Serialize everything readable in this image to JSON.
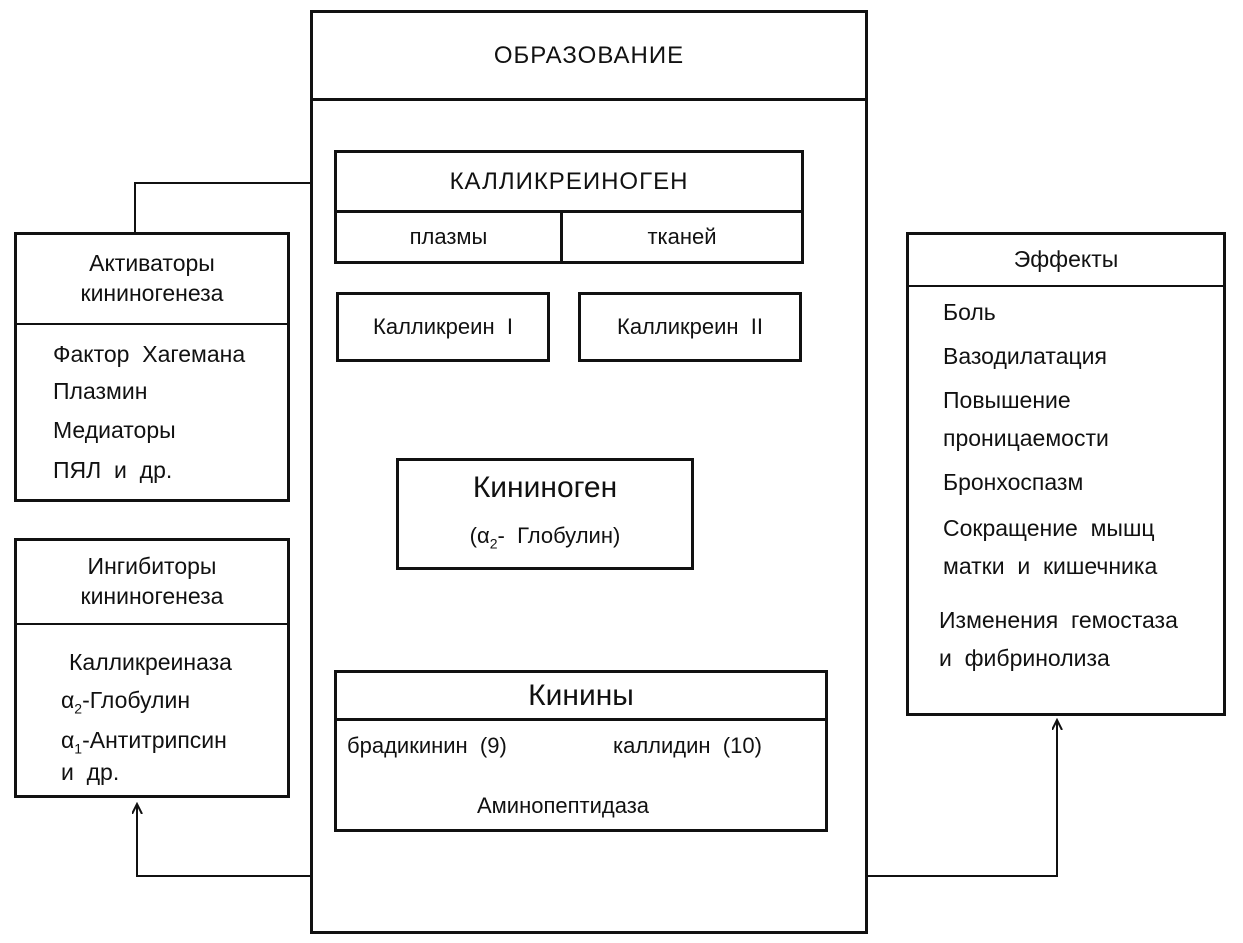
{
  "formation": {
    "title": "ОБРАЗОВАНИЕ",
    "kallikreinogen": {
      "title": "КАЛЛИКРЕИНОГЕН",
      "plasma": "плазмы",
      "tissue": "тканей"
    },
    "kallikrein1": "Калликреин  I",
    "kallikrein2": "Калликреин  II",
    "kininogen": {
      "title": "Кининоген",
      "sub_pre": "(α",
      "sub_index": "2",
      "sub_post": "-  Глобулин)"
    },
    "kinins": {
      "title": "Кинины",
      "bradykinin": "брадикинин  (9)",
      "kallidin": "каллидин  (10)",
      "aminopeptidase": "Аминопептидаза"
    }
  },
  "activators": {
    "title_line1": "Активаторы",
    "title_line2": "кининогенеза",
    "items": [
      "Фактор  Хагемана",
      "Плазмин",
      "Медиаторы",
      "ПЯЛ  и  др."
    ]
  },
  "inhibitors": {
    "title_line1": "Ингибиторы",
    "title_line2": "кининогенеза",
    "item1": "Калликреиназа",
    "item2_pre": "α",
    "item2_index": "2",
    "item2_post": "-Глобулин",
    "item3_pre": "α",
    "item3_index": "1",
    "item3_post": "-Антитрипсин",
    "item4": "и  др."
  },
  "effects": {
    "title": "Эффекты",
    "items": [
      "Боль",
      "Вазодилатация",
      "Повышение",
      "проницаемости",
      "Бронхоспазм",
      "Сокращение  мышц",
      "матки  и  кишечника",
      "Изменения  гемостаза",
      "и  фибринолиза"
    ]
  },
  "colors": {
    "ink": "#111111",
    "paper": "#ffffff"
  }
}
